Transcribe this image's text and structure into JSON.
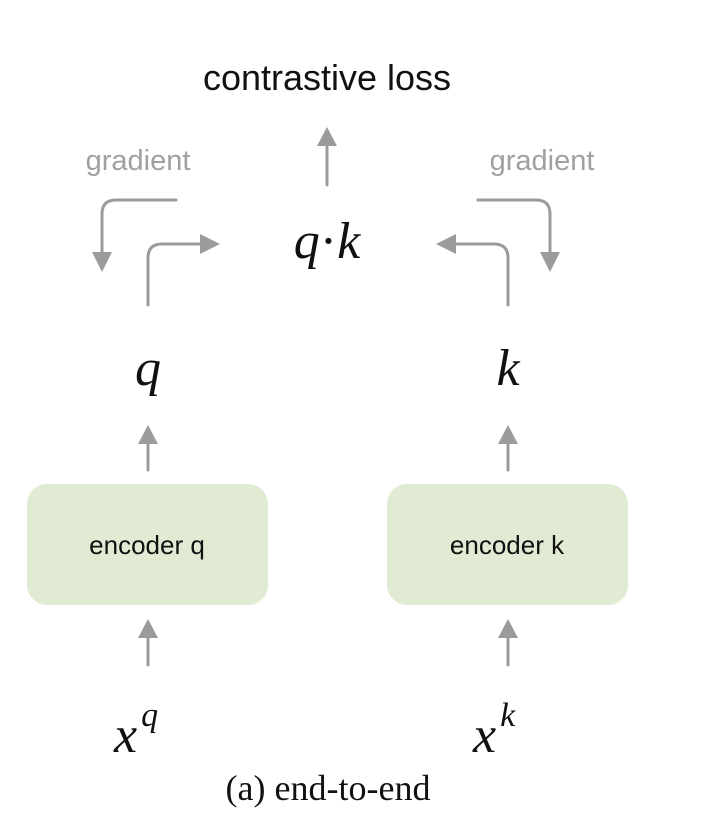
{
  "title": "contrastive loss",
  "left": {
    "gradient_label": "gradient",
    "encoder_label": "encoder q",
    "output_symbol": "q",
    "input_base": "x",
    "input_sup": "q"
  },
  "right": {
    "gradient_label": "gradient",
    "encoder_label": "encoder k",
    "output_symbol": "k",
    "input_base": "x",
    "input_sup": "k"
  },
  "product": {
    "left": "q",
    "dot": "·",
    "right": "k"
  },
  "caption": "(a) end-to-end",
  "colors": {
    "encoder_fill": "#e1ead3",
    "arrow": "#9b9b9b",
    "gradient_text": "#a0a0a0"
  }
}
